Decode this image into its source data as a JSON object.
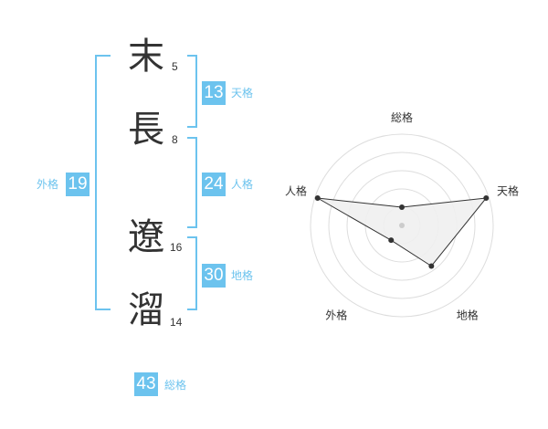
{
  "characters": [
    {
      "kanji": "末",
      "strokes": "5"
    },
    {
      "kanji": "長",
      "strokes": "8"
    },
    {
      "kanji": "遼",
      "strokes": "16"
    },
    {
      "kanji": "溜",
      "strokes": "14"
    }
  ],
  "grids": {
    "tenkaku": {
      "value": "13",
      "label": "天格"
    },
    "jinkaku": {
      "value": "24",
      "label": "人格"
    },
    "chikaku": {
      "value": "30",
      "label": "地格"
    },
    "gaikaku": {
      "value": "19",
      "label": "外格"
    },
    "soukaku": {
      "value": "43",
      "label": "総格"
    }
  },
  "colors": {
    "accent": "#6cc3ee",
    "text": "#333333"
  },
  "radar": {
    "axes": [
      "総格",
      "天格",
      "地格",
      "外格",
      "人格"
    ],
    "values": [
      0.2,
      0.97,
      0.55,
      0.2,
      0.97
    ]
  }
}
